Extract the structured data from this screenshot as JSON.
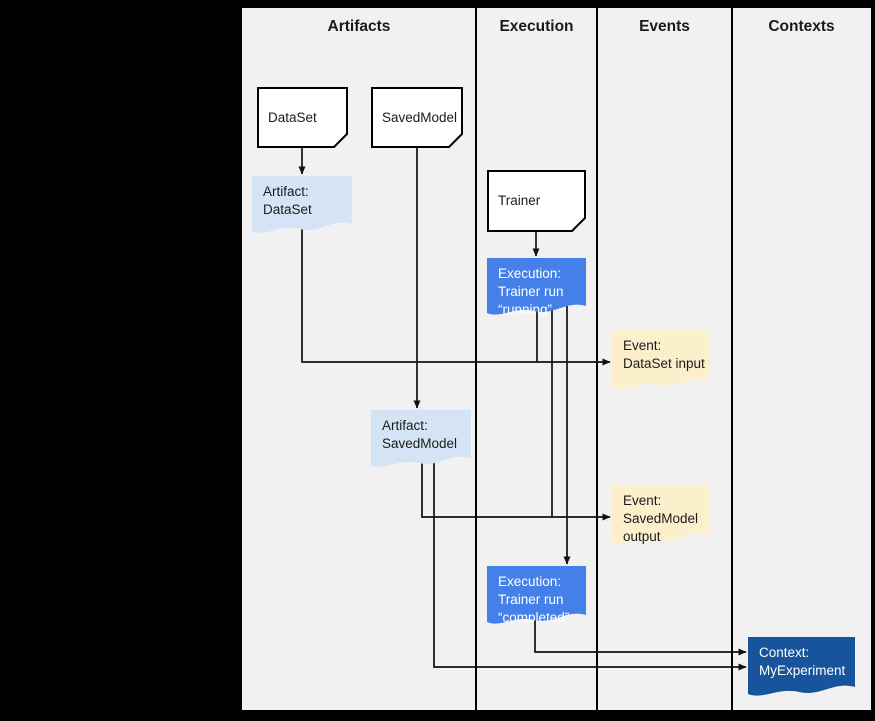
{
  "lanes": [
    {
      "label": "Artifacts"
    },
    {
      "label": "Execution"
    },
    {
      "label": "Events"
    },
    {
      "label": "Contexts"
    }
  ],
  "nodes": {
    "dataset": {
      "lines": [
        "DataSet"
      ]
    },
    "savedmodel": {
      "lines": [
        "SavedModel"
      ]
    },
    "trainer": {
      "lines": [
        "Trainer"
      ]
    },
    "artifact_dataset": {
      "lines": [
        "Artifact:",
        "DataSet"
      ]
    },
    "execution_running": {
      "lines": [
        "Execution:",
        "Trainer run",
        "“running”"
      ]
    },
    "event_dataset_input": {
      "lines": [
        "Event:",
        "DataSet input"
      ]
    },
    "artifact_savedmodel": {
      "lines": [
        "Artifact:",
        "SavedModel"
      ]
    },
    "event_savedmodel_output": {
      "lines": [
        "Event:",
        "SavedModel",
        "output"
      ]
    },
    "execution_completed": {
      "lines": [
        "Execution:",
        "Trainer run",
        "“completed”"
      ]
    },
    "context_myexperiment": {
      "lines": [
        "Context:",
        "MyExperiment"
      ]
    }
  },
  "edges": [
    {
      "from": "DataSet",
      "to": "Artifact: DataSet"
    },
    {
      "from": "SavedModel",
      "to": "Artifact: SavedModel"
    },
    {
      "from": "Trainer",
      "to": "Execution: Trainer run “running”"
    },
    {
      "from": "Artifact: DataSet",
      "to": "Event: DataSet input"
    },
    {
      "from": "Execution: Trainer run “running”",
      "to": "Event: DataSet input"
    },
    {
      "from": "Artifact: SavedModel",
      "to": "Event: SavedModel output"
    },
    {
      "from": "Execution: Trainer run “running”",
      "to": "Event: SavedModel output"
    },
    {
      "from": "Execution: Trainer run “running”",
      "to": "Execution: Trainer run “completed”"
    },
    {
      "from": "Execution: Trainer run “completed”",
      "to": "Context: MyExperiment"
    },
    {
      "from": "Artifact: SavedModel",
      "to": "Context: MyExperiment"
    }
  ],
  "colors": {
    "page_background": "#000000",
    "lane_background": "#F1F1F1",
    "node_white": "#FFFFFF",
    "artifact_light_blue": "#D5E4F5",
    "execution_blue": "#4580E8",
    "event_yellow": "#FCF0CC",
    "context_dark_blue": "#17549B",
    "line_black": "#111111"
  }
}
